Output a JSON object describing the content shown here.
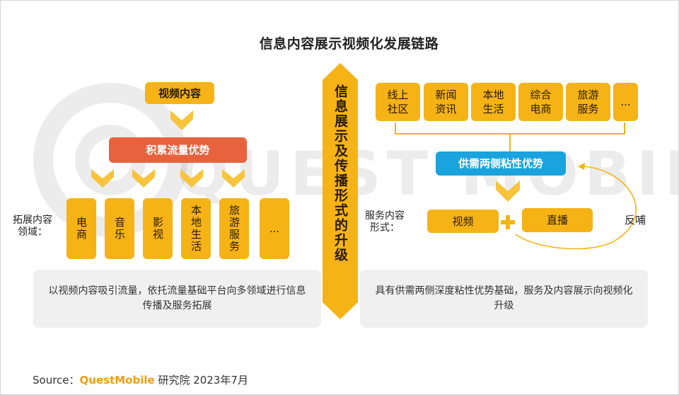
{
  "title": "信息内容展示视频化发展链路",
  "watermark": "QUEST MOBILE",
  "center_arrow_text": "信息展示及传播形式的升级",
  "left": {
    "video_content": "视频内容",
    "traffic_advantage": "积累流量优势",
    "domains_label_line1": "拓展内容",
    "domains_label_line2": "领域：",
    "domains": [
      "电商",
      "音乐",
      "影视",
      "本地生活",
      "旅游服务",
      "..."
    ],
    "note": "以视频内容吸引流量，依托流量基础平台向多领域进行信息传播及服务拓展"
  },
  "right": {
    "platforms": [
      {
        "line1": "线上",
        "line2": "社区"
      },
      {
        "line1": "新闻",
        "line2": "资讯"
      },
      {
        "line1": "本地",
        "line2": "生活"
      },
      {
        "line1": "综合",
        "line2": "电商"
      },
      {
        "line1": "旅游",
        "line2": "服务"
      },
      {
        "line1": "...",
        "line2": ""
      }
    ],
    "dual_advantage": "供需两侧粘性优势",
    "service_label_line1": "服务内容",
    "service_label_line2": "形式：",
    "video": "视频",
    "plus": "+",
    "live": "直播",
    "feedback": "反哺",
    "note": "具有供需两侧深度粘性优势基础，服务及内容展示向视频化升级"
  },
  "footer": {
    "source_label": "Source：",
    "brand": "QuestMobile",
    "rest": "研究院 2023年7月"
  },
  "colors": {
    "yellow": "#f5b316",
    "orange_red": "#e8623d",
    "blue": "#1aa3dc",
    "chevron": "#f7c43c",
    "note_bg": "#f0f0f0"
  }
}
